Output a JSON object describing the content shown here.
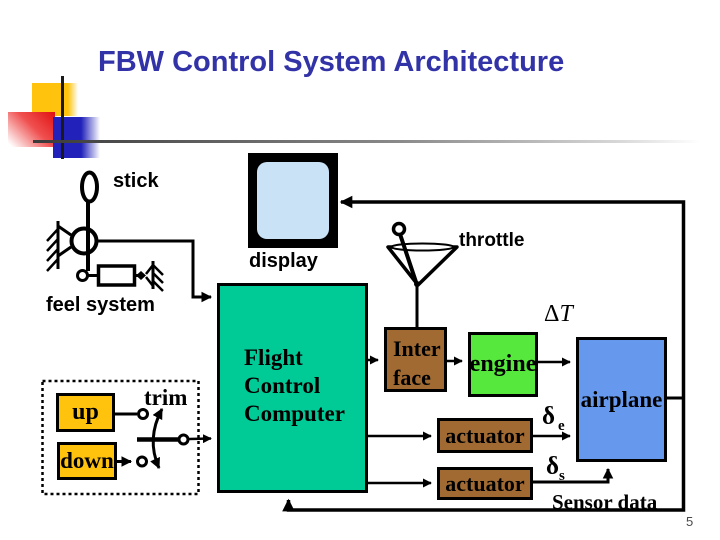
{
  "slide": {
    "title": "FBW Control System Architecture",
    "page_number": "5"
  },
  "theme": {
    "title_color": "#3333A8",
    "fcc_fill": "#00CB97",
    "engine_fill": "#57E83E",
    "airplane_fill": "#6699EE",
    "actuator_fill": "#A06A32",
    "trim_button_fill": "#FFC20D",
    "display_screen_fill": "#C9E2F6",
    "wire_color": "#000000"
  },
  "labels": {
    "stick": "stick",
    "display": "display",
    "throttle": "throttle",
    "feel_system": "feel system",
    "trim": "trim",
    "sensor_data": "Sensor data",
    "delta_thrust": {
      "delta": "Δ",
      "symbol": "T"
    },
    "delta_elevator": {
      "delta": "δ",
      "sub": "e"
    },
    "delta_stabilizer": {
      "delta": "δ",
      "sub": "s"
    }
  },
  "boxes": {
    "flight_control_computer": {
      "lines": [
        "Flight",
        "Control",
        "Computer"
      ]
    },
    "interface": {
      "lines": [
        "Inter",
        "face"
      ]
    },
    "engine": {
      "label": "engine"
    },
    "airplane": {
      "label": "airplane"
    },
    "elevator_actuator": {
      "label": "actuator"
    },
    "stabilizer_actuator": {
      "label": "actuator"
    },
    "trim_up": {
      "label": "up"
    },
    "trim_down": {
      "label": "down"
    }
  }
}
